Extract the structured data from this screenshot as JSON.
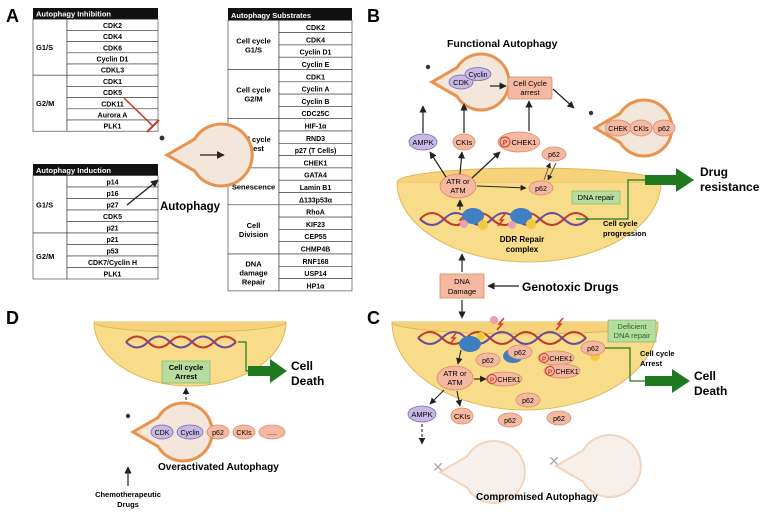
{
  "panels": {
    "a": "A",
    "b": "B",
    "c": "C",
    "d": "D"
  },
  "panel_a": {
    "inhibition": {
      "header": "Autophagy Inhibition",
      "groups": [
        {
          "phase": "G1/S",
          "items": [
            "CDK2",
            "CDK4",
            "CDK6",
            "Cyclin D1",
            "CDKL3"
          ]
        },
        {
          "phase": "G2/M",
          "items": [
            "CDK1",
            "CDK5",
            "CDK11",
            "Aurora A",
            "PLK1"
          ]
        }
      ]
    },
    "induction": {
      "header": "Autophagy Induction",
      "groups": [
        {
          "phase": "G1/S",
          "items": [
            "p14",
            "p16",
            "p27",
            "CDK5",
            "p21"
          ]
        },
        {
          "phase": "G2/M",
          "items": [
            "p21",
            "p53",
            "CDK7/Cyclin H",
            "PLK1"
          ]
        }
      ]
    },
    "center_label": "Autophagy",
    "substrates": {
      "header": "Autophagy Substrates",
      "groups": [
        {
          "label": [
            "Cell cycle",
            "G1/S"
          ],
          "items": [
            "CDK2",
            "CDK4",
            "Cyclin D1",
            "Cyclin E"
          ]
        },
        {
          "label": [
            "Cell cycle",
            "G2/M"
          ],
          "items": [
            "CDK1",
            "Cyclin A",
            "Cyclin B",
            "CDC25C"
          ]
        },
        {
          "label": [
            "Cell cycle",
            "arrest"
          ],
          "items": [
            "HIF-1α",
            "RND3",
            "p27 (T Cells)",
            "CHEK1"
          ]
        },
        {
          "label": [
            "Senescence"
          ],
          "items": [
            "GATA4",
            "Lamin B1",
            "Δ133p53α"
          ]
        },
        {
          "label": [
            "Cell",
            "Division"
          ],
          "items": [
            "RhoA",
            "KIF23",
            "CEP55",
            "CHMP4B"
          ]
        },
        {
          "label": [
            "DNA",
            "damage",
            "Repair"
          ],
          "items": [
            "RNF168",
            "USP14",
            "HP1α"
          ]
        }
      ]
    }
  },
  "panel_b": {
    "title": "Functional Autophagy",
    "cdk": "CDK",
    "cyclin": "Cyclin",
    "cell_cycle_arrest": [
      "Cell Cycle",
      "arrest"
    ],
    "chek_cluster": [
      "CHEK",
      "CKIs",
      "p62"
    ],
    "ampk": "AMPK",
    "ckis": "CKIs",
    "p_mark": "P",
    "chek1": "CHEK1",
    "atr_atm": [
      "ATR or",
      "ATM"
    ],
    "p62_a": "p62",
    "p62_b": "p62",
    "dna_repair": "DNA repair",
    "ddr": [
      "DDR Repair",
      "complex"
    ],
    "progression": [
      "Cell  cycle",
      "progression"
    ],
    "drug_resistance": [
      "Drug",
      "resistance"
    ]
  },
  "middle": {
    "dna_damage": [
      "DNA",
      "Damage"
    ],
    "genotoxic": "Genotoxic Drugs"
  },
  "panel_c": {
    "deficient": [
      "Deficient",
      "DNA repair"
    ],
    "p62_labels": [
      "p62",
      "p62",
      "p62",
      "p62",
      "p62",
      "p62"
    ],
    "chek1_labels": [
      "CHEK1",
      "CHEK1",
      "CHEK1"
    ],
    "p_mark": "P",
    "atr_atm": [
      "ATR or",
      "ATM"
    ],
    "ampk": "AMPK",
    "ckis": "CKIs",
    "arrest": [
      "Cell  cycle",
      "Arrest"
    ],
    "cell_death": [
      "Cell",
      "Death"
    ],
    "compromised": "Compromised Autophagy"
  },
  "panel_d": {
    "arrest": [
      "Cell  cycle",
      "Arrest"
    ],
    "cell_death": [
      "Cell",
      "Death"
    ],
    "chain": [
      "CDK",
      "Cyclin",
      "p62",
      "CKIs",
      "....."
    ],
    "overactivated": "Overactivated Autophagy",
    "chemo": [
      "Chemotherapeutic",
      "Drugs"
    ]
  },
  "colors": {
    "pac_fill": "#f3e6db",
    "pac_stroke": "#e8924c",
    "nucleus": "#f8dc8a",
    "salmon": "#f5b8a0",
    "salmon_stroke": "#d98a6a",
    "lavender": "#c8b8e6",
    "lav_stroke": "#7a6aa6",
    "green_box": "#b6dca0",
    "green_arrow": "#1f7a1f",
    "red_p": "#d23a2a",
    "dna_red": "#c0392b",
    "dna_purple": "#6a4a9a",
    "blue_protein": "#3f7fbf",
    "yellow_protein": "#f2c93a"
  }
}
